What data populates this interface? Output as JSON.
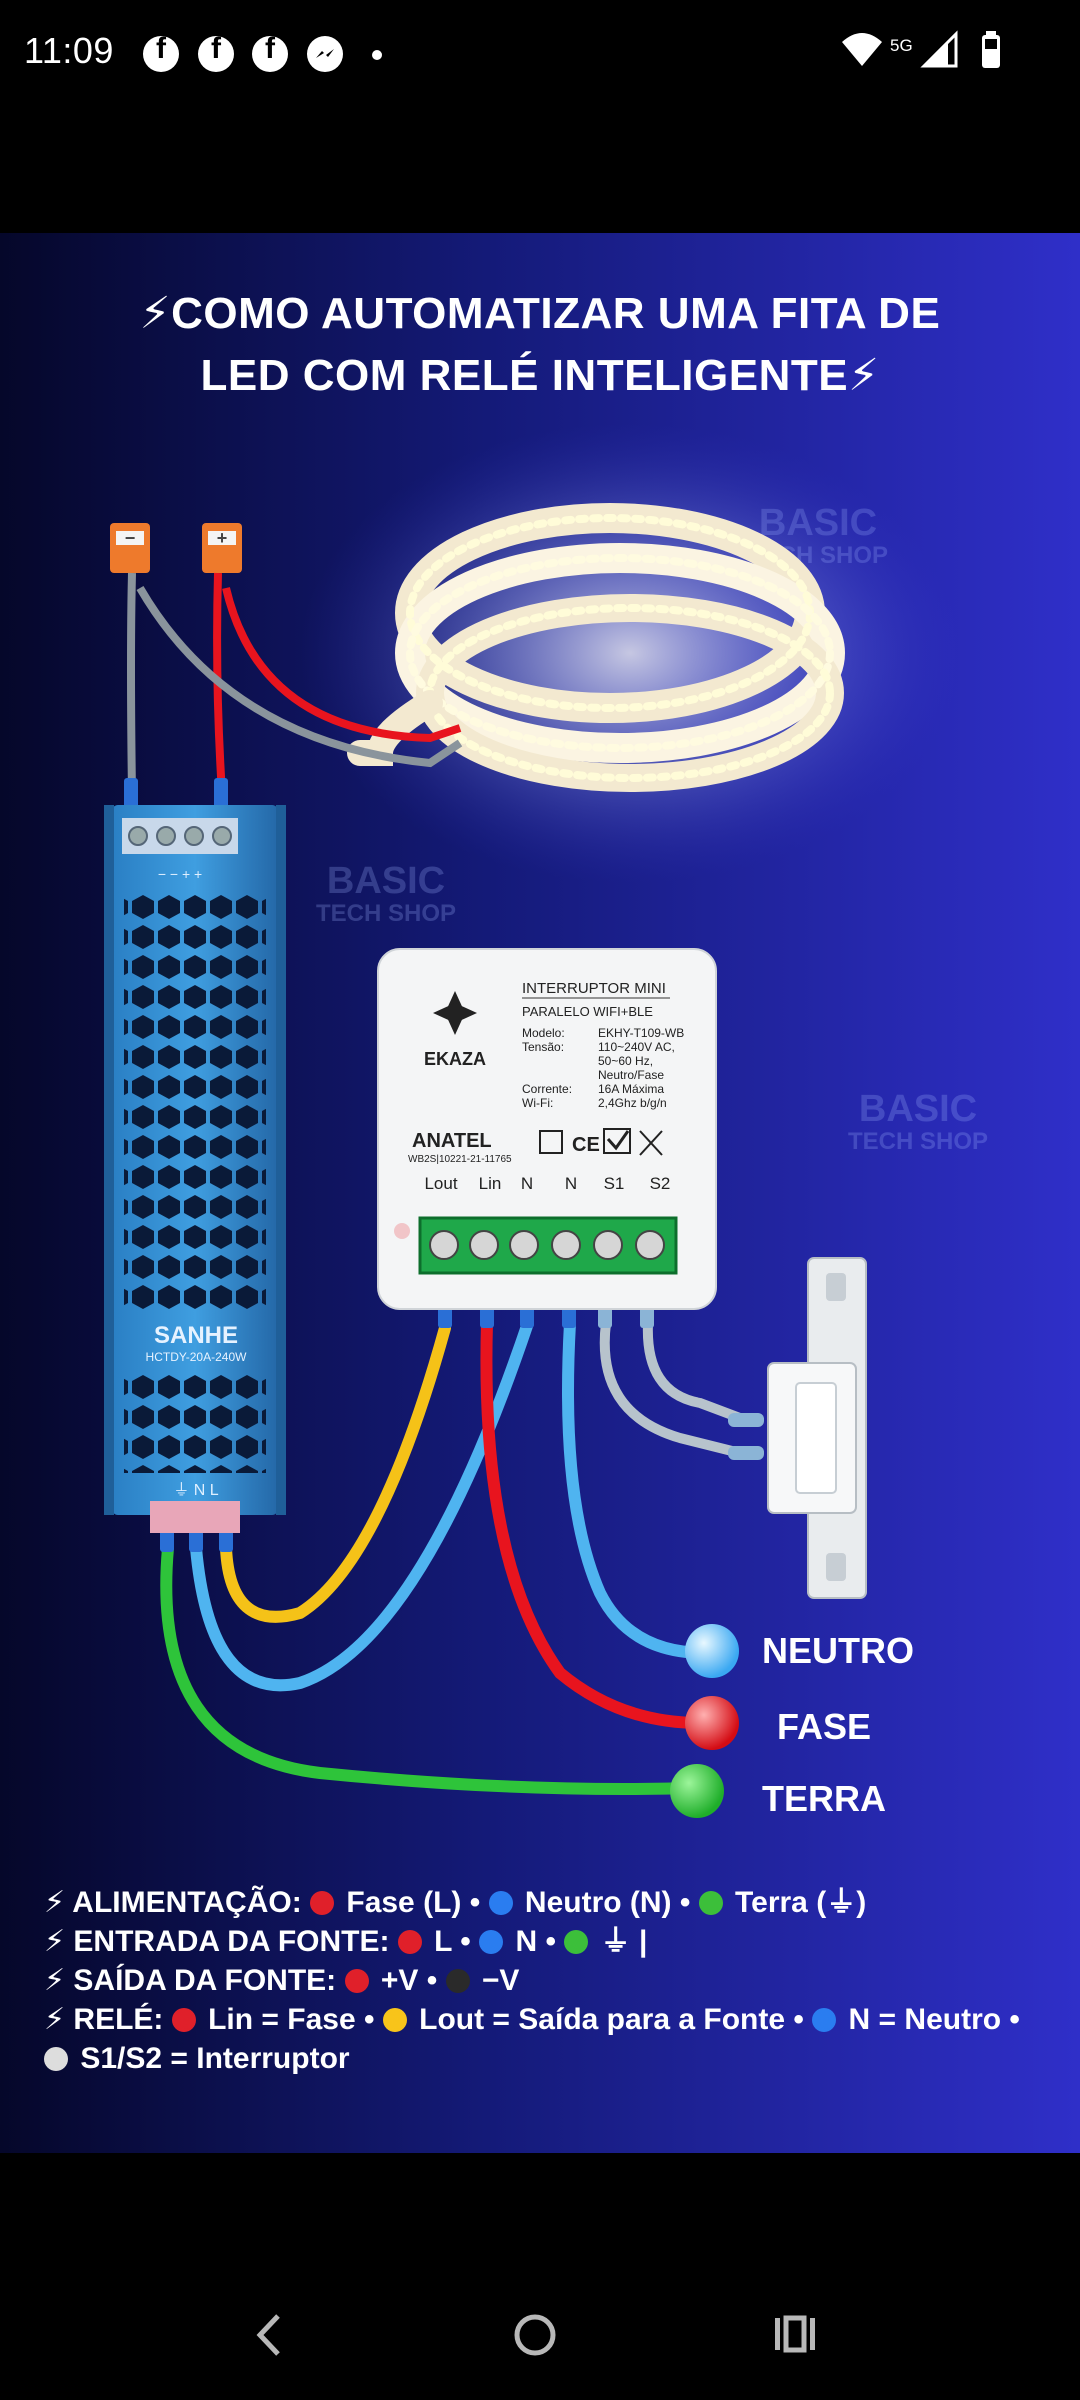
{
  "status_bar": {
    "time": "11:09",
    "notifications": [
      "facebook-icon",
      "facebook-icon",
      "facebook-icon",
      "messenger-icon"
    ],
    "network": "5G"
  },
  "poster": {
    "title_line1": "⚡COMO AUTOMATIZAR UMA FITA DE",
    "title_line2": "LED COM RELÉ INTELIGENTE⚡",
    "watermark_line1": "BASIC",
    "watermark_line2": "TECH SHOP",
    "psu": {
      "brand": "SANHE",
      "model": "HCTDY-20A-240W",
      "top_terminals": "−  −  +  +",
      "bottom_terminals": "⏚  N  L"
    },
    "relay": {
      "brand": "EKAZA",
      "title": "INTERRUPTOR MINI",
      "subtitle": "PARALELO WIFI+BLE",
      "specs": [
        {
          "k": "Modelo:",
          "v": "EKHY-T109-WB"
        },
        {
          "k": "Tensão:",
          "v": "110~240V AC,"
        },
        {
          "k": "",
          "v": "50~60 Hz,"
        },
        {
          "k": "",
          "v": "Neutro/Fase"
        },
        {
          "k": "Corrente:",
          "v": "16A Máxima"
        },
        {
          "k": "Wi-Fi:",
          "v": "2,4Ghz  b/g/n"
        }
      ],
      "cert": "ANATEL",
      "cert_code": "WB2S|10221-21-11765",
      "terminals": [
        "Lout",
        "Lin",
        "N",
        "N",
        "S1",
        "S2"
      ]
    },
    "legend": [
      {
        "label": "NEUTRO",
        "color": "#4fb4f0"
      },
      {
        "label": "FASE",
        "color": "#e8141e"
      },
      {
        "label": "TERRA",
        "color": "#2ec43a"
      }
    ],
    "info": {
      "r1_a": "⚡ ALIMENTAÇÃO: ",
      "r1_b": " Fase (L) • ",
      "r1_c": " Neutro (N) • ",
      "r1_d": " Terra (⏚)",
      "r2_a": "⚡ ENTRADA DA FONTE: ",
      "r2_b": " L • ",
      "r2_c": " N • ",
      "r2_d": "  ⏚   |",
      "r3_a": "⚡ SAÍDA DA FONTE: ",
      "r3_b": " +V • ",
      "r3_c": " −V",
      "r4_a": "⚡ RELÉ: ",
      "r4_b": " Lin = Fase • ",
      "r4_c": " Lout = Saída para a Fonte • ",
      "r4_d": " N = Neutro •",
      "r5_a": " S1/S2 = Interruptor"
    }
  },
  "colors": {
    "phase": "#e8141e",
    "neutral": "#3aa8f2",
    "earth": "#2ec43a",
    "load": "#f5c218",
    "switch_wire": "#b7c3cc",
    "negative": "#8a949c"
  },
  "nav_bar": {
    "buttons": [
      "back-icon",
      "home-icon",
      "recents-icon"
    ]
  }
}
